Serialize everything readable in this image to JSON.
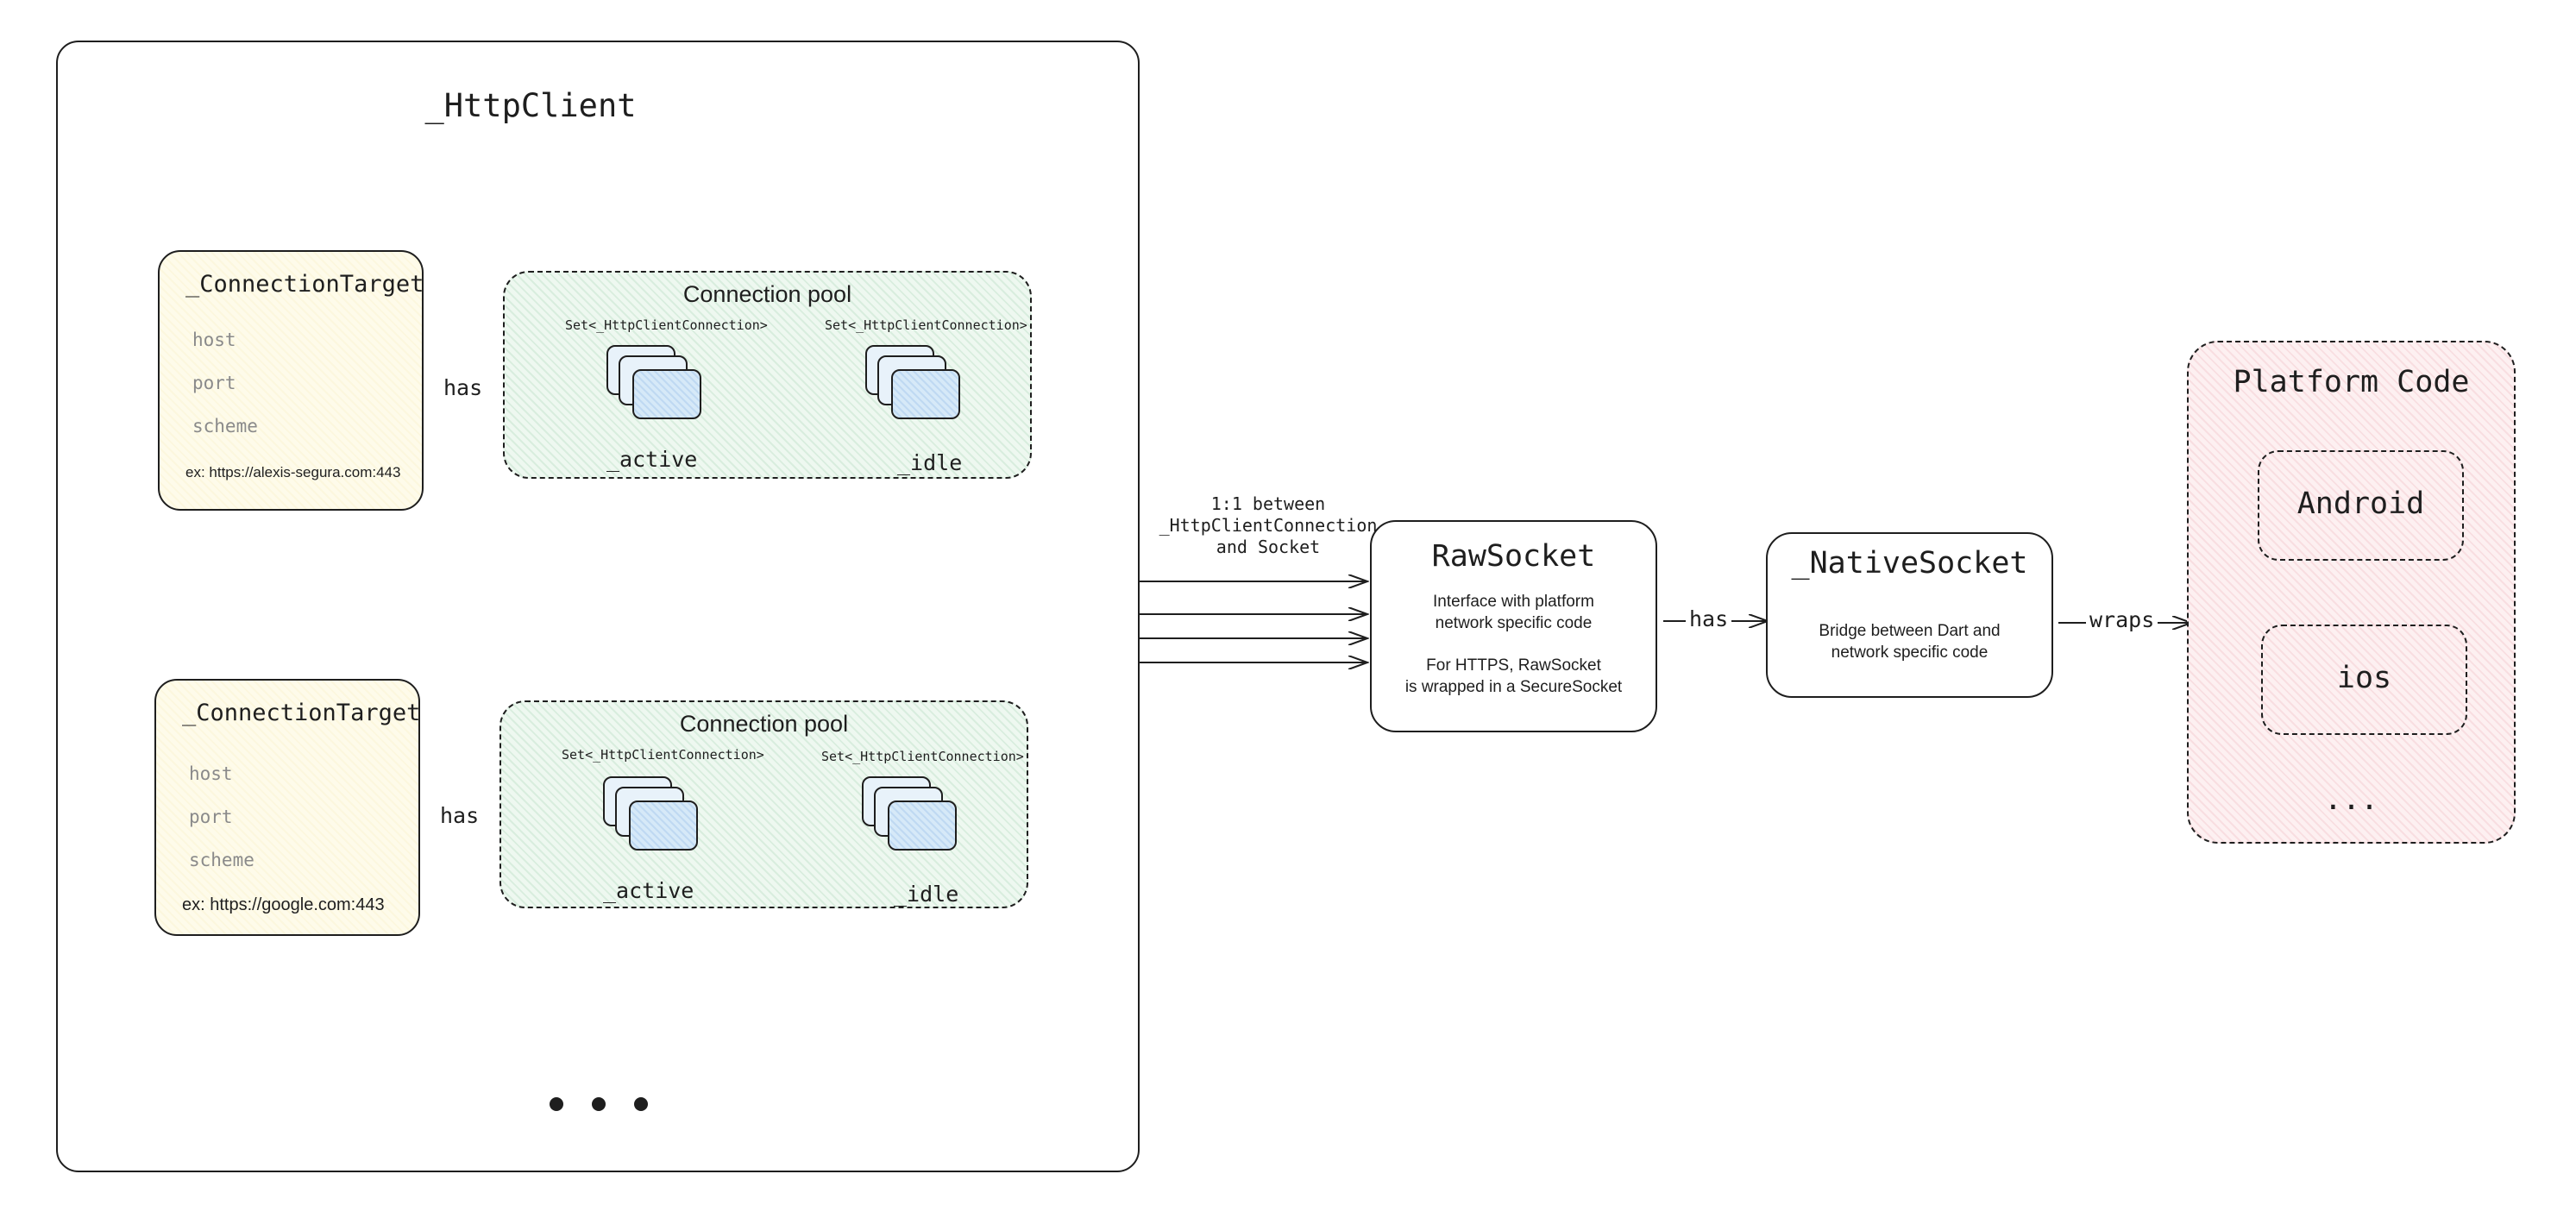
{
  "http_client": {
    "title": "_HttpClient",
    "more_indicator": "• • •"
  },
  "targets": [
    {
      "title": "_ConnectionTarget",
      "fields": [
        "host",
        "port",
        "scheme"
      ],
      "example": "ex: https://alexis-segura.com:443",
      "relation": "has"
    },
    {
      "title": "_ConnectionTarget",
      "fields": [
        "host",
        "port",
        "scheme"
      ],
      "example": "ex: https://google.com:443",
      "relation": "has"
    }
  ],
  "pools": [
    {
      "title": "Connection pool",
      "active_set": "Set<_HttpClientConnection>",
      "idle_set": "Set<_HttpClientConnection>",
      "active_label": "_active",
      "idle_label": "_idle"
    },
    {
      "title": "Connection pool",
      "active_set": "Set<_HttpClientConnection>",
      "idle_set": "Set<_HttpClientConnection>",
      "active_label": "_active",
      "idle_label": "_idle"
    }
  ],
  "annotation": "1:1 between\n_HttpClientConnection\nand Socket",
  "raw_socket": {
    "title": "RawSocket",
    "desc_1": "Interface with platform\nnetwork specific code",
    "desc_2": "For HTTPS, RawSocket\nis wrapped in a SecureSocket"
  },
  "raw_to_native_label": "has",
  "native_socket": {
    "title": "_NativeSocket",
    "desc": "Bridge between Dart and\nnetwork specific code"
  },
  "native_to_platform_label": "wraps",
  "platform": {
    "title": "Platform Code",
    "items": [
      "Android",
      "ios"
    ],
    "more": "..."
  },
  "colors": {
    "stroke": "#1e1e1e",
    "target_fill": "#fefbea",
    "pool_fill": "#eef8f0",
    "connection_fill": "#d6e9f8",
    "platform_fill": "#fdf0f1"
  }
}
